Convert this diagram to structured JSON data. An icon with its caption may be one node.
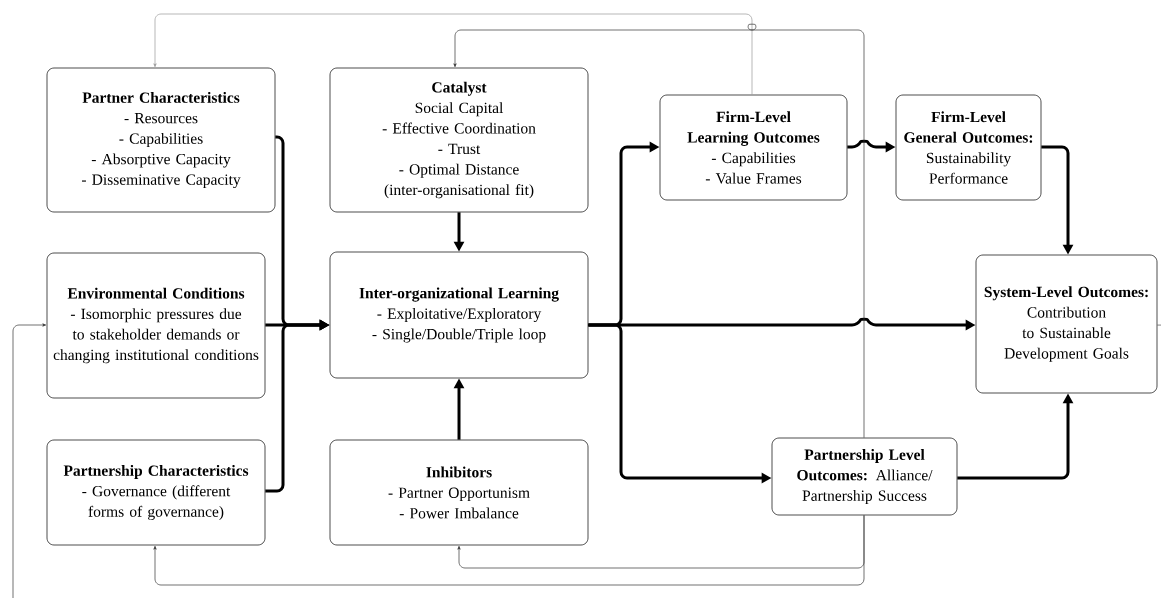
{
  "diagram": {
    "nodes": [
      {
        "text": [
          "Partner Characteristics",
          "- Resources",
          "- Capabilities",
          "- Absorptive Capacity",
          "- Disseminative Capacity"
        ]
      },
      {
        "text": [
          "Catalyst",
          "Social Capital",
          "- Effective Coordination",
          "- Trust",
          "- Optimal Distance (inter-organisational fit)"
        ]
      },
      {
        "text": [
          "Firm-Level Learning Outcomes",
          "- Capabilities",
          "- Value Frames"
        ]
      },
      {
        "text": [
          "Firm-Level General Outcomes:",
          "Sustainability Performance"
        ]
      },
      {
        "text": [
          "Environmental Conditions",
          "- Isomorphic pressures due to stakeholder demands or changing institutional conditions"
        ]
      },
      {
        "text": [
          "Inter-organizational Learning",
          "- Exploitative/Exploratory",
          "- Single/Double/Triple loop"
        ]
      },
      {
        "text": [
          "System-Level Outcomes:",
          "Contribution to Sustainable Development Goals"
        ]
      },
      {
        "text": [
          "Partnership Characteristics",
          "- Governance (different forms of governance)"
        ]
      },
      {
        "text": [
          "Inhibitors",
          "- Partner Opportunism",
          "- Power Imbalance"
        ]
      },
      {
        "text": [
          "**Partnership Level Outcomes:** Alliance/ Partnership Success"
        ]
      }
    ],
    "edges": [
      {
        "from": 0,
        "to": 5,
        "arrow": "to"
      },
      {
        "from": 4,
        "to": 5,
        "arrow": "to"
      },
      {
        "from": 7,
        "to": 5,
        "arrow": "to"
      },
      {
        "from": 1,
        "to": 5,
        "arrow": "to"
      },
      {
        "from": 8,
        "to": 5,
        "arrow": "to"
      },
      {
        "from": 5,
        "to": 2,
        "arrow": "to"
      },
      {
        "from": 5,
        "to": 6,
        "arrow": "to"
      },
      {
        "from": 5,
        "to": 9,
        "arrow": "to"
      },
      {
        "from": 2,
        "to": 3,
        "arrow": "to"
      },
      {
        "from": 3,
        "to": 6,
        "arrow": "to"
      },
      {
        "from": 9,
        "to": 6,
        "arrow": "to"
      },
      {
        "from": 2,
        "to": 0,
        "arrow": "to",
        "color": "#999999"
      },
      {
        "from": 9,
        "to": 1,
        "arrow": "to",
        "color": "#333333"
      },
      {
        "from": 9,
        "to": 8,
        "arrow": "to",
        "color": "#333333"
      },
      {
        "from": 9,
        "to": 7,
        "arrow": "to",
        "color": "#333333"
      },
      {
        "from": 6,
        "to": null,
        "arrow": "none",
        "color": "#333333"
      },
      {
        "from": null,
        "to": 4,
        "arrow": "to",
        "color": "#333333"
      }
    ]
  }
}
